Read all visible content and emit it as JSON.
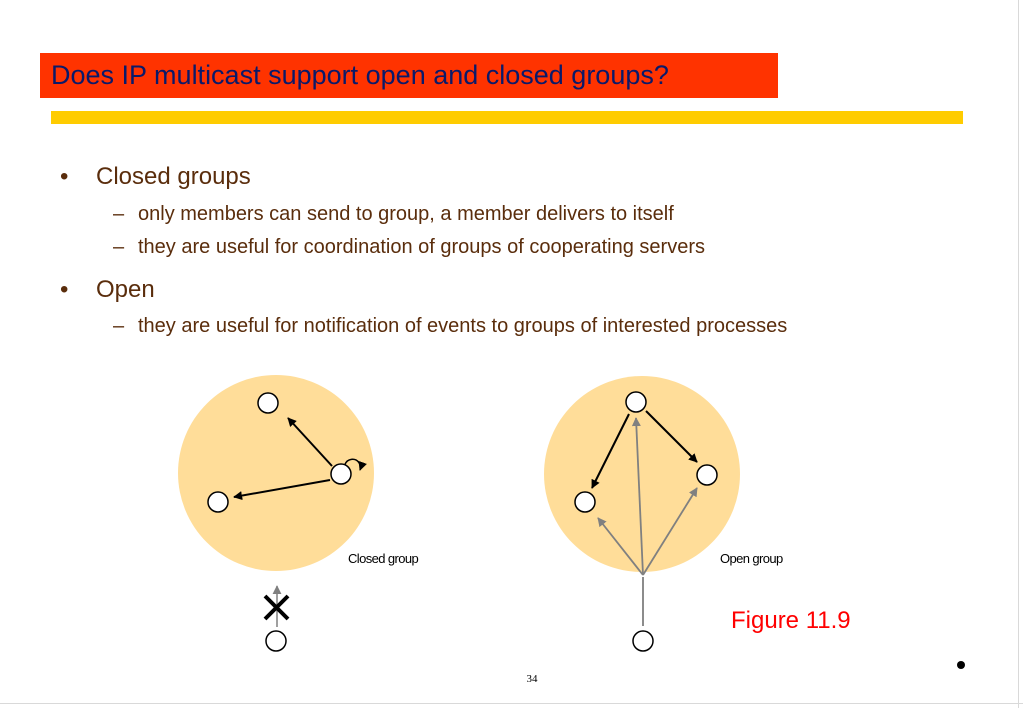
{
  "slide": {
    "title": "Does IP multicast support open and closed groups?",
    "page_number": "34",
    "figure_label": "Figure 11.9"
  },
  "bullets": [
    {
      "marker": "•",
      "text": "Closed groups",
      "subitems": [
        {
          "marker": "–",
          "text": "only members can send to group, a member delivers to itself"
        },
        {
          "marker": "–",
          "text": "they are useful for coordination of groups of cooperating servers"
        }
      ]
    },
    {
      "marker": "•",
      "text": "Open",
      "subitems": [
        {
          "marker": "–",
          "text": "they are useful for notification of events to groups of interested processes"
        }
      ]
    }
  ],
  "diagram": {
    "closed_group": {
      "caption": "Closed group",
      "blocked_icon": "cross-x-icon"
    },
    "open_group": {
      "caption": "Open group"
    }
  },
  "colors": {
    "title_background": "#ff3300",
    "title_text": "#0a1a6a",
    "rule": "#ffcc00",
    "bullet_text": "#5a2d0c",
    "group_fill": "#ffdd99",
    "figure_label": "#ff0000",
    "gray_arrow": "#808080"
  }
}
